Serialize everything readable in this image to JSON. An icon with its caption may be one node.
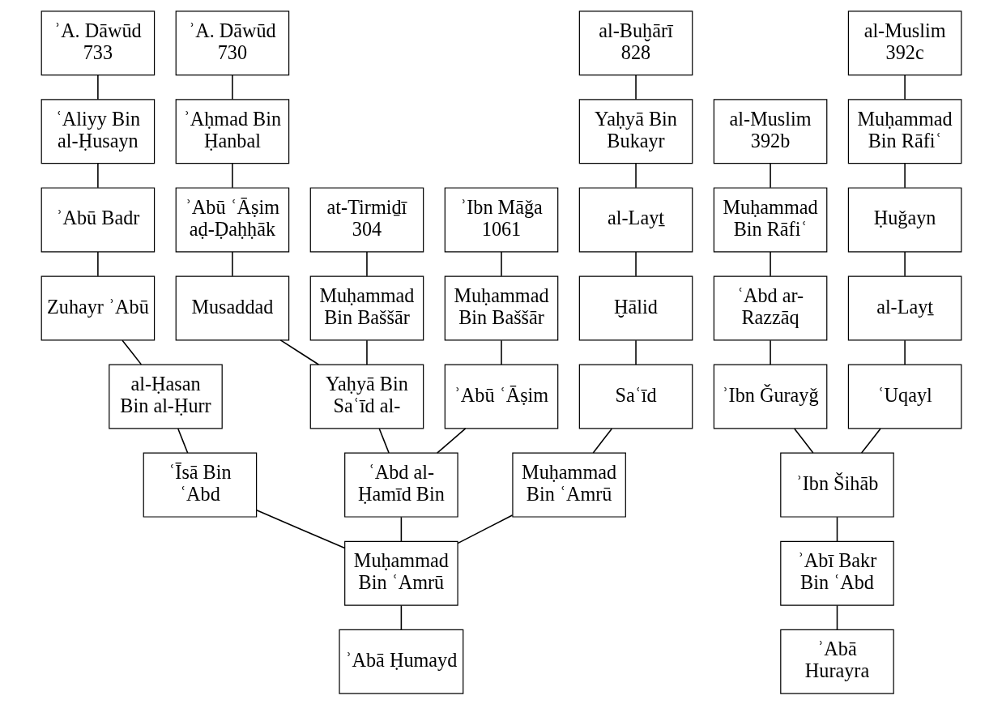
{
  "diagram": {
    "nodes": [
      {
        "text": [
          "ʾIbn Māǧa 1061"
        ]
      },
      {
        "text": [
          "at-Tirmiḏī 304"
        ]
      },
      {
        "text": [
          "ʾA. Dāwūd 730"
        ]
      },
      {
        "text": [
          "ʾA. Dāwūd 733"
        ]
      },
      {
        "text": [
          "al-Buḫārī 828"
        ]
      },
      {
        "text": [
          "al-Muslim 392b"
        ]
      },
      {
        "text": [
          "al-Muslim 392c"
        ]
      },
      {
        "text": [
          "Muḥammad Bin Baššār"
        ]
      },
      {
        "text": [
          "Muḥammad Bin Baššār"
        ]
      },
      {
        "text": [
          "ʾAḥmad Bin Ḥanbal"
        ]
      },
      {
        "text": [
          "ʿAliyy Bin al-Ḥusayn"
        ]
      },
      {
        "text": [
          "Yaḥyā Bin Bukayr"
        ]
      },
      {
        "text": [
          "Muḥammad Bin Rāfiʿ"
        ]
      },
      {
        "text": [
          "Muḥammad Bin Rāfiʿ"
        ]
      },
      {
        "text": [
          "ʾAbū ʿĀṣim aḍ-Ḍaḥḥāk"
        ]
      },
      {
        "text": [
          "ʾAbū Badr"
        ]
      },
      {
        "text": [
          "al-Layṯ"
        ]
      },
      {
        "text": [
          "ʿAbd ar- Razzāq"
        ]
      },
      {
        "text": [
          "Ḥuǧayn"
        ]
      },
      {
        "text": [
          "Musaddad"
        ]
      },
      {
        "text": [
          "Zuhayr ʾAbū"
        ]
      },
      {
        "text": [
          "Ḫālid"
        ]
      },
      {
        "text": [
          "ʾIbn Ǧurayǧ"
        ]
      },
      {
        "text": [
          "al-Layṯ"
        ]
      },
      {
        "text": [
          "ʾAbū ʿĀṣim"
        ]
      },
      {
        "text": [
          "Yaḥyā Bin Saʿīd al-"
        ]
      },
      {
        "text": [
          "al-Ḥasan Bin al-Ḥurr"
        ]
      },
      {
        "text": [
          "Saʿīd"
        ]
      },
      {
        "text": [
          "ʿUqayl"
        ]
      },
      {
        "text": [
          "ʿAbd al- Ḥamīd Bin"
        ]
      },
      {
        "text": [
          "ʿĪsā Bin ʿAbd"
        ]
      },
      {
        "text": [
          "Muḥammad Bin ʿAmrū"
        ]
      },
      {
        "text": [
          "ʾIbn Šihāb"
        ]
      },
      {
        "text": [
          "Muḥammad Bin ʿAmrū"
        ]
      },
      {
        "text": [
          "ʾAbī Bakr Bin ʿAbd"
        ]
      },
      {
        "text": [
          "ʾAbā Ḥumayd"
        ]
      },
      {
        "text": [
          "ʾAbā Hurayra"
        ]
      }
    ],
    "edges": [
      {
        "from": 0,
        "to": 7,
        "arrow": "none"
      },
      {
        "from": 1,
        "to": 8,
        "arrow": "none"
      },
      {
        "from": 2,
        "to": 9,
        "arrow": "none"
      },
      {
        "from": 3,
        "to": 10,
        "arrow": "none"
      },
      {
        "from": 4,
        "to": 11,
        "arrow": "none"
      },
      {
        "from": 5,
        "to": 12,
        "arrow": "none"
      },
      {
        "from": 6,
        "to": 13,
        "arrow": "none"
      },
      {
        "from": 7,
        "to": 24,
        "arrow": "none"
      },
      {
        "from": 8,
        "to": 25,
        "arrow": "none"
      },
      {
        "from": 9,
        "to": 14,
        "arrow": "none"
      },
      {
        "from": 14,
        "to": 19,
        "arrow": "none"
      },
      {
        "from": 19,
        "to": 25,
        "arrow": "none"
      },
      {
        "from": 10,
        "to": 15,
        "arrow": "none"
      },
      {
        "from": 15,
        "to": 20,
        "arrow": "none"
      },
      {
        "from": 20,
        "to": 26,
        "arrow": "none"
      },
      {
        "from": 26,
        "to": 30,
        "arrow": "none"
      },
      {
        "from": 11,
        "to": 16,
        "arrow": "none"
      },
      {
        "from": 16,
        "to": 21,
        "arrow": "none"
      },
      {
        "from": 21,
        "to": 27,
        "arrow": "none"
      },
      {
        "from": 27,
        "to": 31,
        "arrow": "none"
      },
      {
        "from": 12,
        "to": 17,
        "arrow": "none"
      },
      {
        "from": 17,
        "to": 22,
        "arrow": "none"
      },
      {
        "from": 22,
        "to": 32,
        "arrow": "none"
      },
      {
        "from": 13,
        "to": 18,
        "arrow": "none"
      },
      {
        "from": 18,
        "to": 23,
        "arrow": "none"
      },
      {
        "from": 23,
        "to": 28,
        "arrow": "none"
      },
      {
        "from": 28,
        "to": 32,
        "arrow": "none"
      },
      {
        "from": 24,
        "to": 29,
        "arrow": "none"
      },
      {
        "from": 25,
        "to": 29,
        "arrow": "none"
      },
      {
        "from": 29,
        "to": 33,
        "arrow": "none"
      },
      {
        "from": 30,
        "to": 33,
        "arrow": "none"
      },
      {
        "from": 31,
        "to": 33,
        "arrow": "none"
      },
      {
        "from": 32,
        "to": 34,
        "arrow": "none"
      },
      {
        "from": 33,
        "to": 35,
        "arrow": "none"
      },
      {
        "from": 34,
        "to": 36,
        "arrow": "none"
      }
    ]
  }
}
